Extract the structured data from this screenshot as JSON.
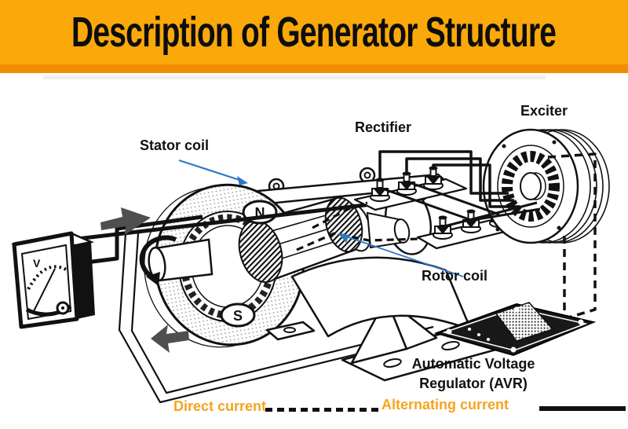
{
  "header": {
    "title": "Description of Generator Structure"
  },
  "diagram": {
    "labels": {
      "stator_coil": "Stator coil",
      "rotor_coil": "Rotor coil",
      "rectifier": "Rectifier",
      "exciter": "Exciter",
      "avr_line1": "Automatic Voltage",
      "avr_line2": "Regulator (AVR)"
    },
    "badges": {
      "north": "N",
      "south": "S",
      "voltmeter_unit": "V"
    }
  },
  "legend": {
    "direct_current_label": "Direct current",
    "alternating_current_label": "Alternating current"
  },
  "colors": {
    "banner_orange": "#FAA80A",
    "banner_strip": "#F28C00",
    "title_black": "#0D0D0D",
    "pointer_blue": "#2E79C7",
    "legend_text_orange": "#F5A41F",
    "line_black": "#111111"
  }
}
